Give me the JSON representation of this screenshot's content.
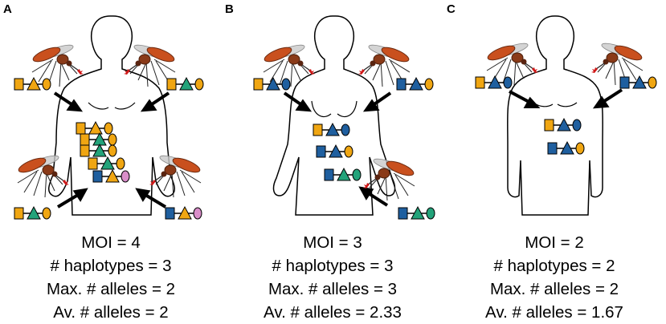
{
  "colors": {
    "yellow": "#f0a612",
    "green": "#23a37a",
    "blue": "#1f5f9f",
    "pink": "#d98ec9",
    "mosquito_body": "#c9501e",
    "arrow": "#000000",
    "outline": "#000000"
  },
  "panels": [
    {
      "label": "A",
      "stats": {
        "moi": "MOI = 4",
        "haplotypes": "# haplotypes = 3",
        "max_alleles": "Max. # alleles = 2",
        "av_alleles": "Av. # alleles = 2"
      },
      "infections": [
        [
          "yellow",
          "yellow",
          "yellow"
        ],
        [
          "yellow",
          "green",
          "yellow"
        ],
        [
          "yellow",
          "green",
          "yellow"
        ],
        [
          "blue",
          "yellow",
          "pink"
        ]
      ],
      "within_host": [
        [
          "yellow",
          "yellow",
          "yellow"
        ],
        [
          "yellow",
          "green",
          "yellow"
        ],
        [
          "yellow",
          "green",
          "yellow"
        ],
        [
          "blue",
          "yellow",
          "pink"
        ]
      ]
    },
    {
      "label": "B",
      "stats": {
        "moi": "MOI = 3",
        "haplotypes": "# haplotypes = 3",
        "max_alleles": "Max. # alleles = 3",
        "av_alleles": "Av. # alleles = 2.33"
      },
      "infections": [
        [
          "yellow",
          "blue",
          "blue"
        ],
        [
          "blue",
          "blue",
          "yellow"
        ],
        [
          "blue",
          "green",
          "green"
        ]
      ],
      "within_host": [
        [
          "yellow",
          "blue",
          "blue"
        ],
        [
          "blue",
          "blue",
          "yellow"
        ],
        [
          "blue",
          "green",
          "green"
        ]
      ]
    },
    {
      "label": "C",
      "stats": {
        "moi": "MOI = 2",
        "haplotypes": "# haplotypes = 2",
        "max_alleles": "Max. # alleles = 2",
        "av_alleles": "Av. # alleles = 1.67"
      },
      "infections": [
        [
          "yellow",
          "blue",
          "blue"
        ],
        [
          "blue",
          "blue",
          "yellow"
        ]
      ],
      "within_host": [
        [
          "yellow",
          "blue",
          "blue"
        ],
        [
          "blue",
          "blue",
          "yellow"
        ]
      ]
    }
  ]
}
